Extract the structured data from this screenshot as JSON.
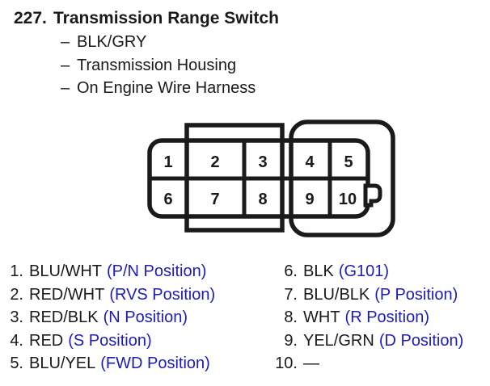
{
  "colors": {
    "background": "#fefefe",
    "text": "#1a1a1a",
    "accent_blue": "#1c1cb8"
  },
  "header": {
    "number": "227.",
    "title": "Transmission Range Switch"
  },
  "details": {
    "dash": "–",
    "items": [
      "BLK/GRY",
      "Transmission Housing",
      "On Engine Wire Harness"
    ]
  },
  "connector": {
    "pins": [
      "1",
      "2",
      "3",
      "4",
      "5",
      "6",
      "7",
      "8",
      "9",
      "10"
    ]
  },
  "pinout": {
    "left": [
      {
        "num": "1.",
        "wire": "BLU/WHT",
        "note": "(P/N Position)"
      },
      {
        "num": "2.",
        "wire": "RED/WHT",
        "note": "(RVS Position)"
      },
      {
        "num": "3.",
        "wire": "RED/BLK",
        "note": "(N Position)"
      },
      {
        "num": "4.",
        "wire": "RED",
        "note": "(S Position)"
      },
      {
        "num": "5.",
        "wire": "BLU/YEL",
        "note": "(FWD Position)"
      }
    ],
    "right": [
      {
        "num": "6.",
        "wire": "BLK",
        "note": "(G101)"
      },
      {
        "num": "7.",
        "wire": "BLU/BLK",
        "note": "(P Position)"
      },
      {
        "num": "8.",
        "wire": "WHT",
        "note": "(R Position)"
      },
      {
        "num": "9.",
        "wire": "YEL/GRN",
        "note": "(D Position)"
      },
      {
        "num": "10.",
        "wire": "—",
        "note": ""
      }
    ]
  }
}
